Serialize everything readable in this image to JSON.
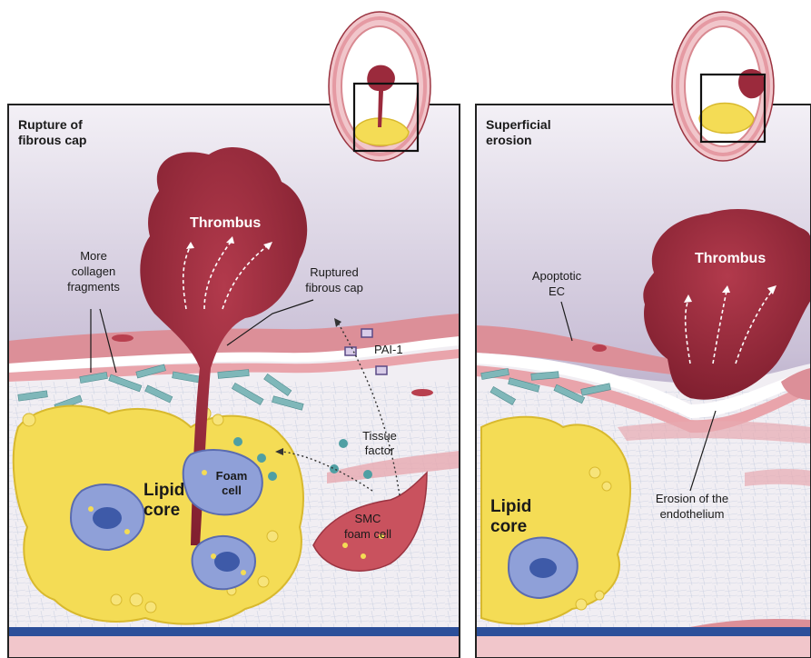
{
  "panels": {
    "left": {
      "title_line1": "Rupture of",
      "title_line2": "fibrous cap",
      "thrombus": "Thrombus",
      "collagen_l1": "More",
      "collagen_l2": "collagen",
      "collagen_l3": "fragments",
      "ruptured_l1": "Ruptured",
      "ruptured_l2": "fibrous cap",
      "pai": "PAI-1",
      "tissue_l1": "Tissue",
      "tissue_l2": "factor",
      "lipid_l1": "Lipid",
      "lipid_l2": "core",
      "foam_l1": "Foam",
      "foam_l2": "cell",
      "smc_l1": "SMC",
      "smc_l2": "foam cell"
    },
    "right": {
      "title_line1": "Superficial",
      "title_line2": "erosion",
      "thrombus": "Thrombus",
      "apoptotic_l1": "Apoptotic",
      "apoptotic_l2": "EC",
      "erosion_l1": "Erosion of the",
      "erosion_l2": "endothelium",
      "lipid_l1": "Lipid",
      "lipid_l2": "core"
    }
  },
  "colors": {
    "lumen_top": "#d9d3e3",
    "lumen_bottom": "#7e6a93",
    "thrombus": "#9b2a3c",
    "endothelium": "#d98a92",
    "intima": "#eeeaf0",
    "lipid": "#f4dc55",
    "collagen": "#7fb7b9",
    "smc": "#c9525e",
    "foam_cell": "#8fa0d8",
    "media_band": "#2c4f9a"
  }
}
